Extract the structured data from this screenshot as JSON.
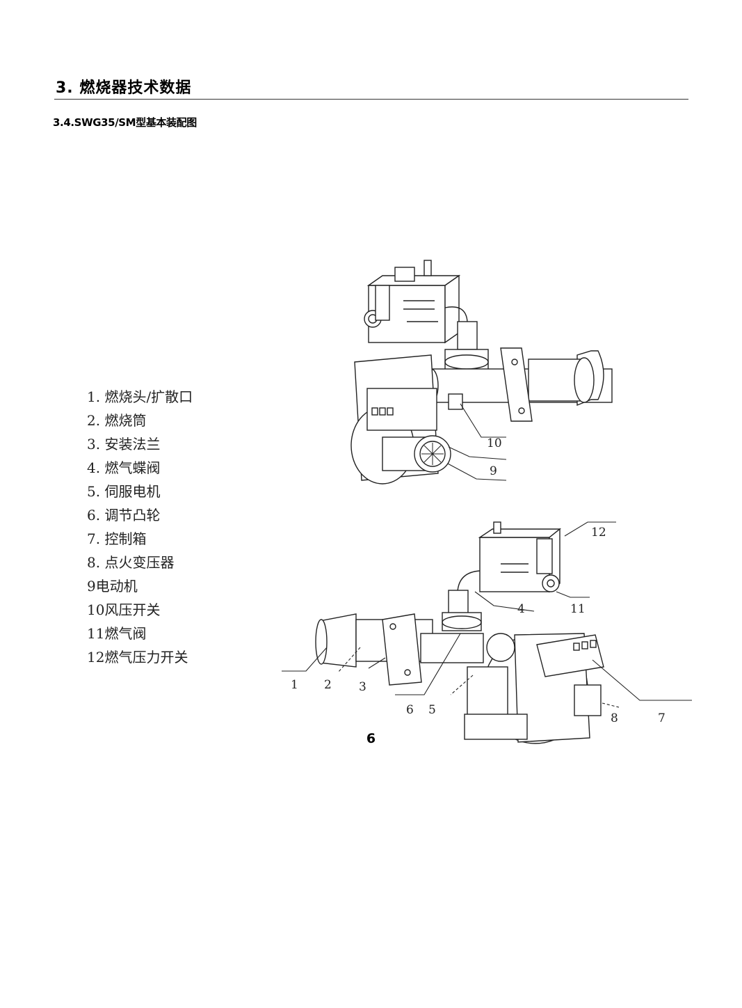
{
  "header": {
    "section_title": "3.  燃烧器技术数据",
    "subsection_title": "3.4.SWG35/SM型基本装配图"
  },
  "legend": {
    "items": [
      "1. 燃烧头/扩散口",
      "2. 燃烧筒",
      "3. 安装法兰",
      "4. 燃气蝶阀",
      "5. 伺服电机",
      "6. 调节凸轮",
      "7. 控制箱",
      "8. 点火变压器",
      "9电动机",
      "10风压开关",
      "11燃气阀",
      "12燃气压力开关"
    ]
  },
  "figure": {
    "callouts_top": [
      "10",
      "9"
    ],
    "callouts_bottom": [
      "12",
      "4",
      "11",
      "1",
      "2",
      "3",
      "6",
      "5",
      "8",
      "7"
    ]
  },
  "footer": {
    "page_number": "6"
  }
}
